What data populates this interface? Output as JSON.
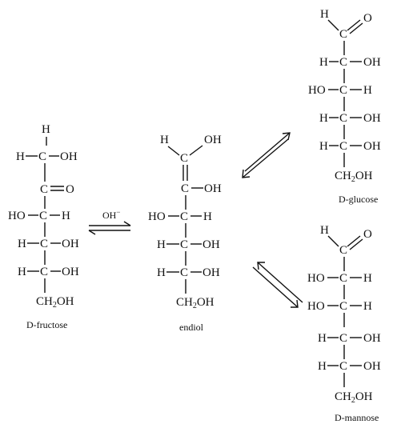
{
  "captions": {
    "fructose": "D-fructose",
    "endiol": "endiol",
    "glucose": "D-glucose",
    "mannose": "D-mannose"
  },
  "catalyst": {
    "label": "OH",
    "superscript": "−"
  },
  "atoms": {
    "H": "H",
    "C": "C",
    "O": "O",
    "OH": "OH",
    "HO": "HO",
    "CH2OH_main": "CH",
    "CH2OH_sub": "2",
    "CH2OH_tail": "OH"
  }
}
